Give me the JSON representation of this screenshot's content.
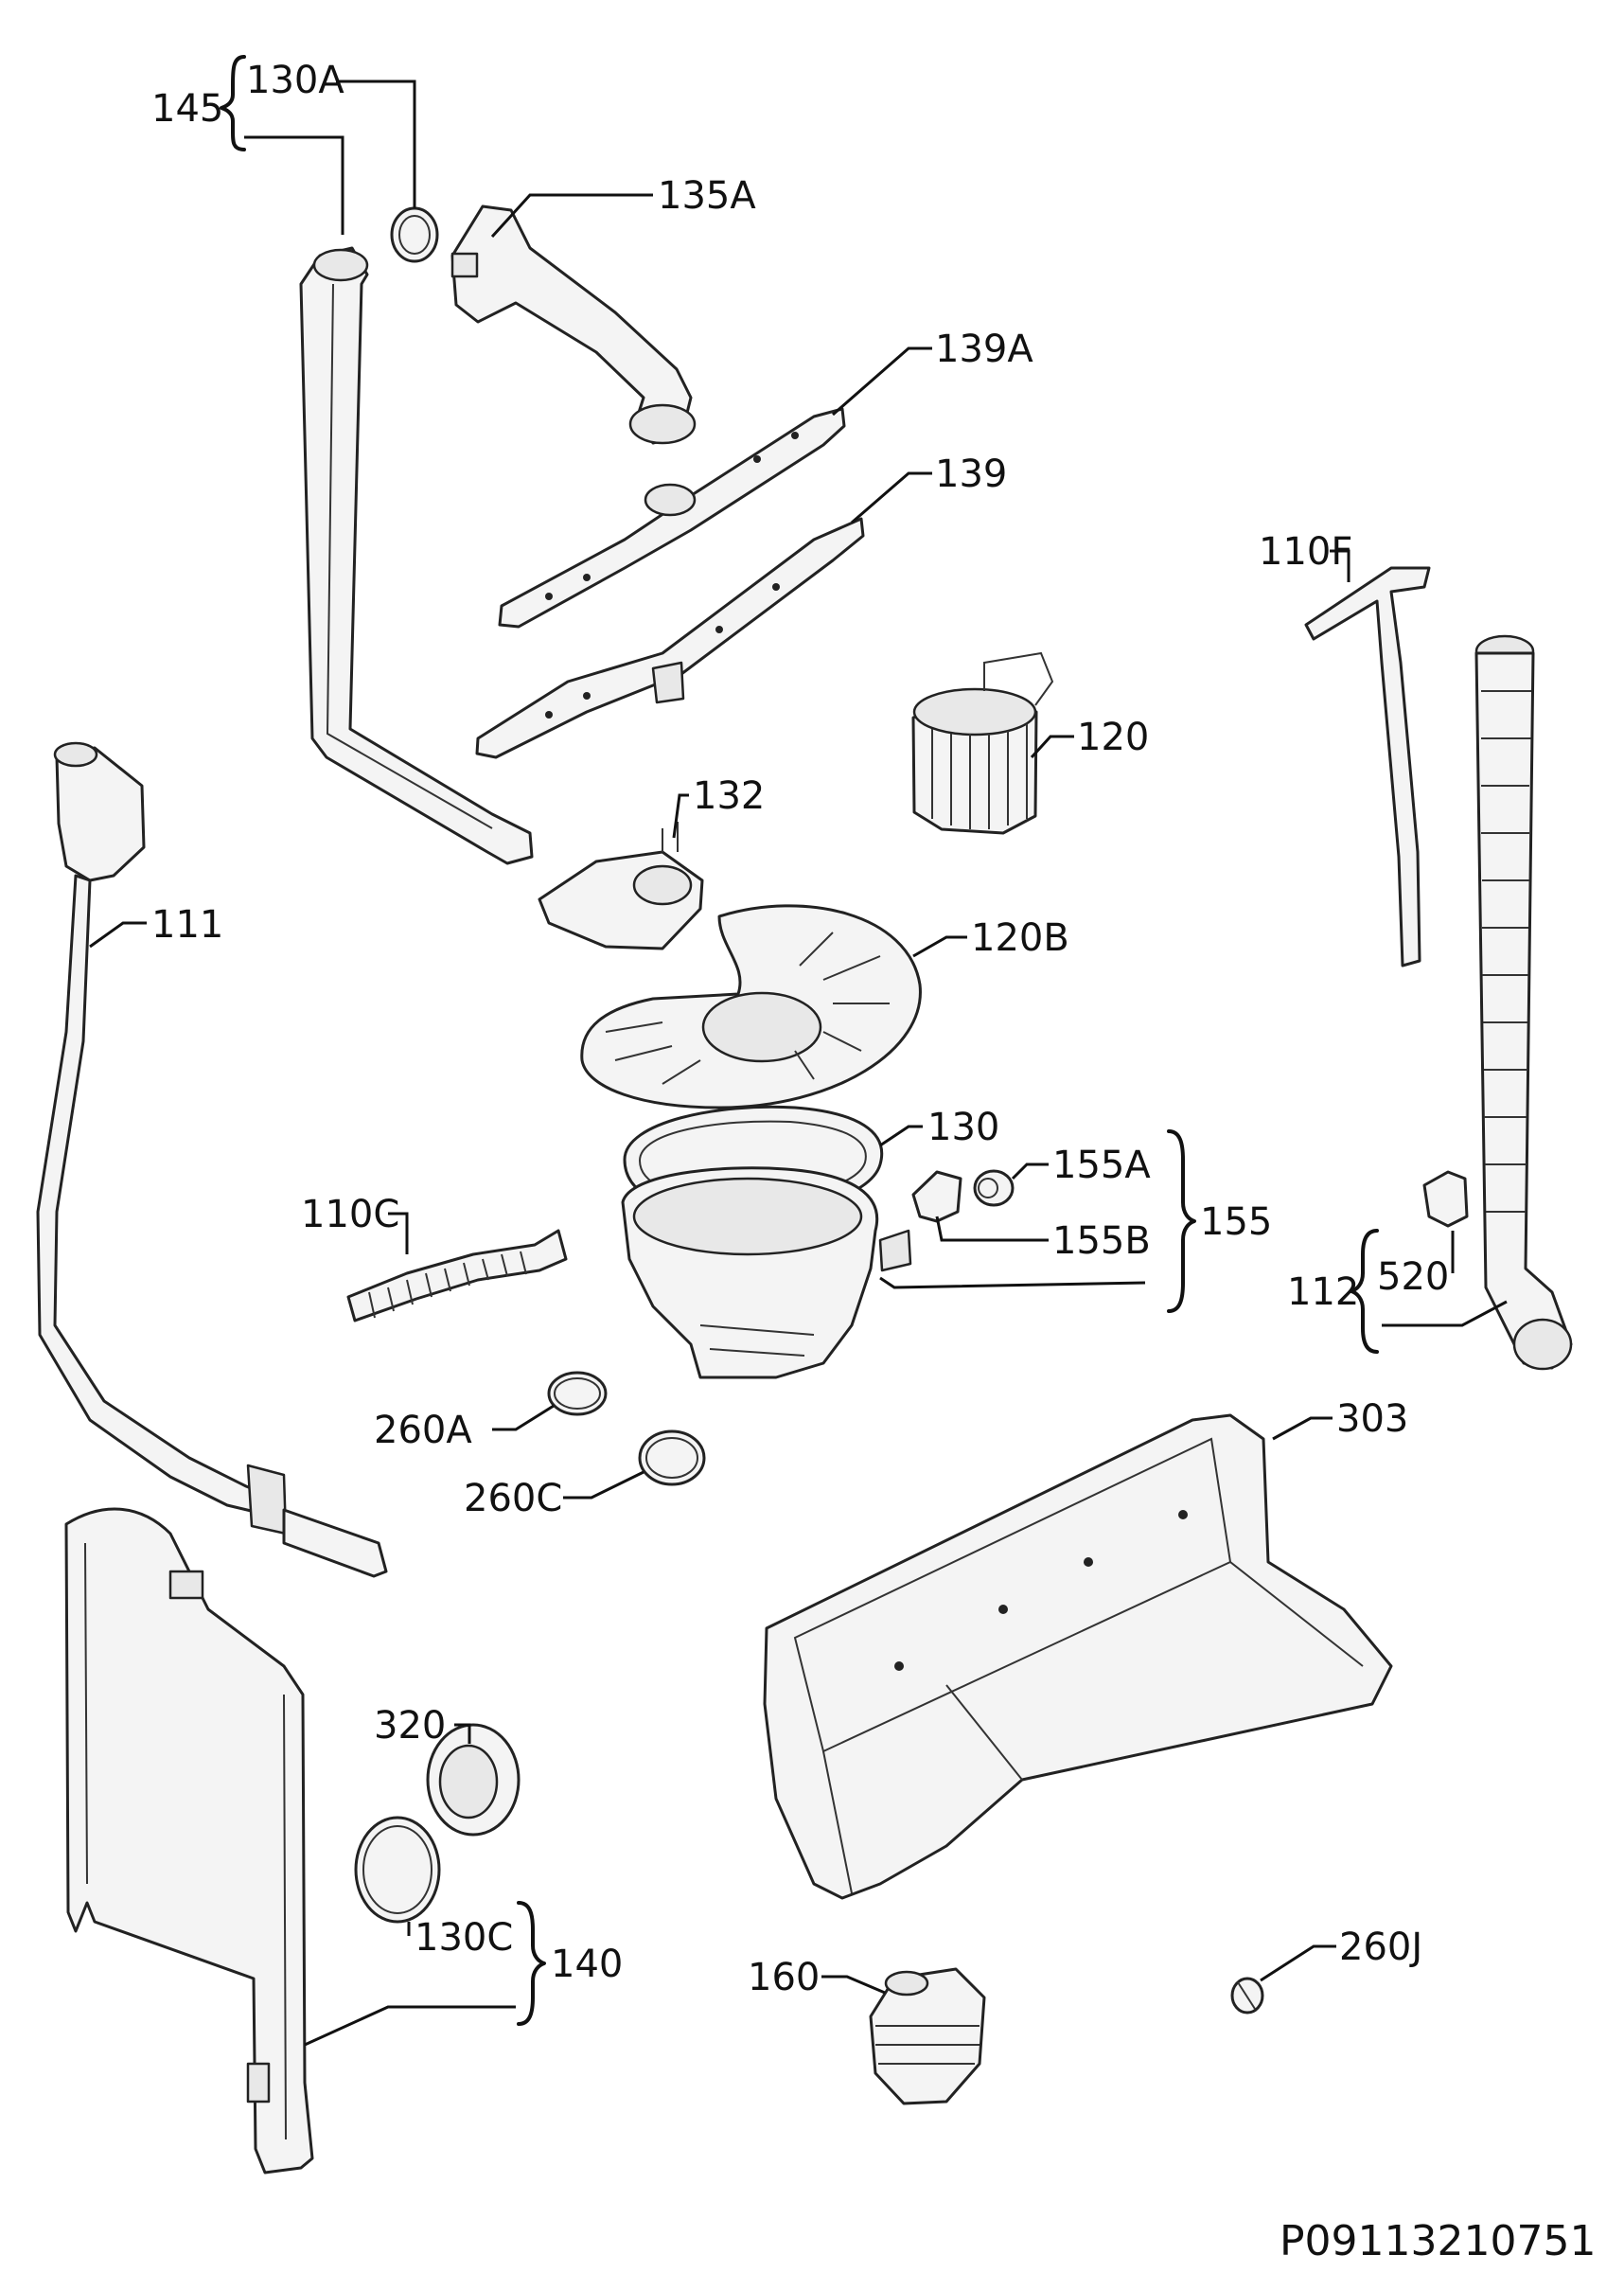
{
  "reference_code": "P09113210751",
  "labels": {
    "l145": "145",
    "l130A": "130A",
    "l135A": "135A",
    "l139A": "139A",
    "l139": "139",
    "l110F": "110F",
    "l120": "120",
    "l132": "132",
    "l111": "111",
    "l120B": "120B",
    "l130": "130",
    "l155A": "155A",
    "l155": "155",
    "l155B": "155B",
    "l110C": "110C",
    "l520": "520",
    "l112": "112",
    "l260A": "260A",
    "l303": "303",
    "l260C": "260C",
    "l320": "320",
    "l130C": "130C",
    "l140": "140",
    "l160": "160",
    "l260J": "260J"
  }
}
